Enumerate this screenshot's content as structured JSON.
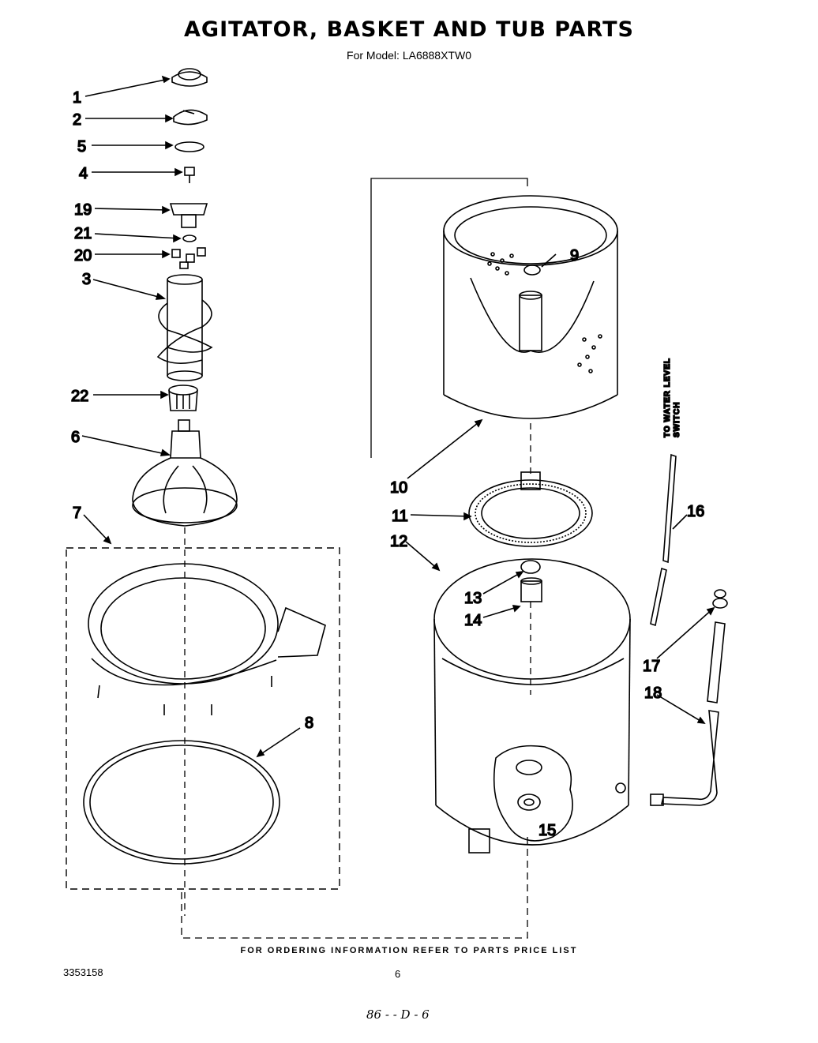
{
  "header": {
    "title": "AGITATOR, BASKET AND TUB PARTS",
    "subtitle": "For Model: LA6888XTW0"
  },
  "callouts": {
    "c1": "1",
    "c2": "2",
    "c5": "5",
    "c4": "4",
    "c19": "19",
    "c21": "21",
    "c20": "20",
    "c3": "3",
    "c22": "22",
    "c6": "6",
    "c7": "7",
    "c8": "8",
    "c9": "9",
    "c10": "10",
    "c11": "11",
    "c12": "12",
    "c13": "13",
    "c14": "14",
    "c15": "15",
    "c16": "16",
    "c17": "17",
    "c18": "18"
  },
  "side_note": {
    "line1": "TO WATER LEVEL",
    "line2": "SWITCH"
  },
  "footer": {
    "ordering": "FOR ORDERING INFORMATION REFER TO PARTS PRICE LIST",
    "doc_number": "3353158",
    "page_number": "6",
    "handwritten": "86 - - D - 6"
  }
}
